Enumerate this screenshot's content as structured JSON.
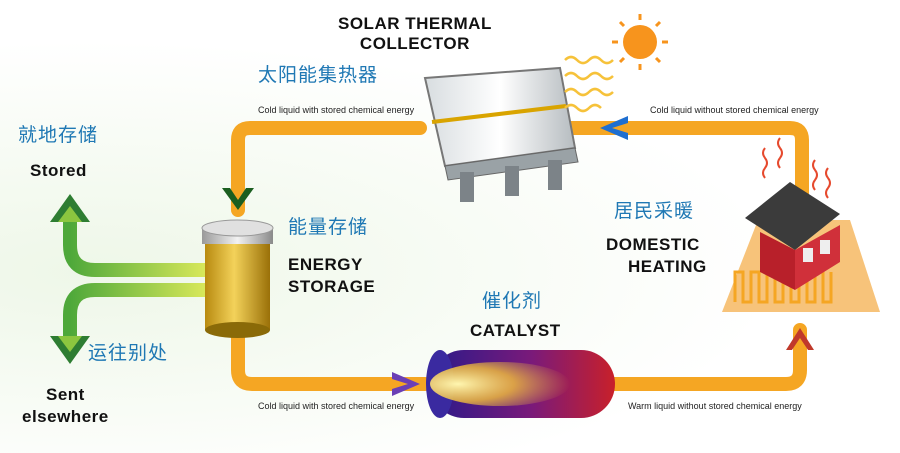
{
  "collector": {
    "label_en": "SOLAR THERMAL\nCOLLECTOR",
    "label_cn": "太阳能集热器"
  },
  "storage": {
    "label_cn": "能量存储",
    "label_en_1": "ENERGY",
    "label_en_2": "STORAGE"
  },
  "catalyst": {
    "label_cn": "催化剂",
    "label_en": "CATALYST"
  },
  "heating": {
    "label_cn": "居民采暖",
    "label_en_1": "DOMESTIC",
    "label_en_2": "HEATING"
  },
  "outputs": {
    "stored_cn": "就地存储",
    "stored_en": "Stored",
    "sent_cn": "运往别处",
    "sent_en_1": "Sent",
    "sent_en_2": "elsewhere"
  },
  "flows": {
    "top_left": "Cold liquid with stored chemical energy",
    "top_right": "Cold liquid without stored chemical energy",
    "bottom_left": "Cold liquid with stored chemical energy",
    "bottom_right": "Warm liquid without stored chemical energy"
  },
  "colors": {
    "pipe": "#f5a623",
    "arrow_green": "#8cc63f",
    "chinese_text": "#1f78b4",
    "arrow_blue": "#1f6fd0",
    "arrow_purple": "#6a3fb5",
    "arrow_red": "#c0392b"
  }
}
